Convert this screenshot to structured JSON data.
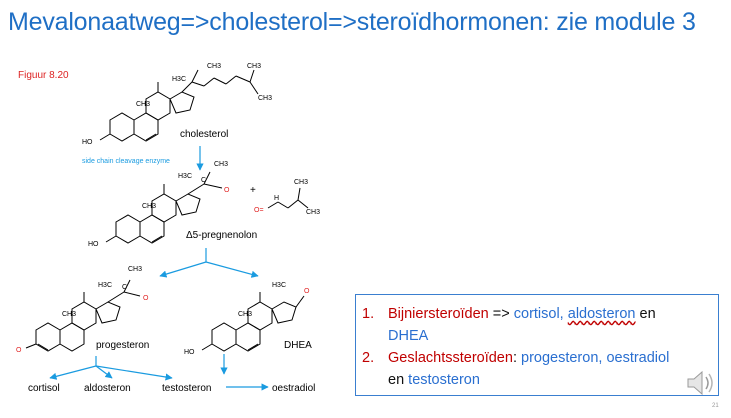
{
  "slide": {
    "title": "Mevalonaatweg=>cholesterol=>steroïdhormonen: zie module 3",
    "figure_label": "Figuur 8.20",
    "page_number": "21"
  },
  "diagram": {
    "labels": {
      "cholesterol": "cholesterol",
      "enzyme": "side chain cleavage enzyme",
      "pregnenolon": "Δ5-pregnenolon",
      "progesteron": "progesteron",
      "dhea": "DHEA",
      "cortisol": "cortisol",
      "aldosteron": "aldosteron",
      "testosteron": "testosteron",
      "oestradiol": "oestradiol",
      "plus": "+"
    },
    "atoms": {
      "ch3": "CH3",
      "h3c": "H3C",
      "ho": "HO",
      "o": "O",
      "h": "H",
      "c": "C",
      "oeq": "O="
    }
  },
  "textbox": {
    "item1_num": "1.",
    "item1_a": "Bijniersteroïden",
    "item1_b": "=>",
    "item1_c": "cortisol,",
    "item1_d": "aldosteron",
    "item1_e": "en",
    "item1_f": "DHEA",
    "item2_num": "2.",
    "item2_a": "Geslachtssteroïden",
    "item2_b": ":",
    "item2_c": "progesteron, oestradiol",
    "item2_d": "en",
    "item2_e": "testosteron"
  },
  "colors": {
    "title": "#1f6fc5",
    "arrow": "#1a9be0",
    "red_text": "#c00000",
    "blue_text": "#2a6fd0",
    "box_border": "#3a7fd0"
  },
  "icons": {
    "audio": "speaker-icon"
  }
}
